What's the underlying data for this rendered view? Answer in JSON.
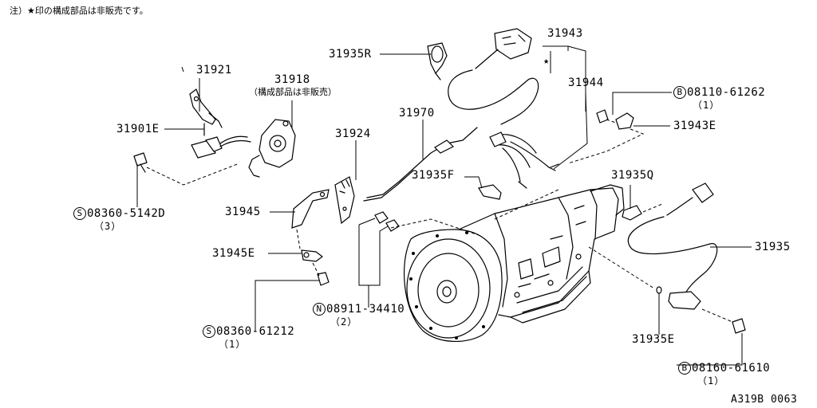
{
  "note": "注）★印の構成部品は非販売です。",
  "star": "★",
  "figure_code": "A319B 0063",
  "callouts": {
    "p31921": "31921",
    "p31918": "31918",
    "p31918_note": "（構成部品は非販売）",
    "p31901E": "31901E",
    "s08360_5142D": "08360-5142D",
    "s08360_5142D_qty": "（3）",
    "p31945": "31945",
    "p31945E": "31945E",
    "s08360_61212": "08360-61212",
    "s08360_61212_qty": "（1）",
    "p31924": "31924",
    "p31970": "31970",
    "p31935R": "31935R",
    "p31935F": "31935F",
    "n08911_34410": "08911-34410",
    "n08911_34410_qty": "（2）",
    "p31943": "31943",
    "p31944": "31944",
    "b08110_61262": "08110-61262",
    "b08110_61262_qty": "（1）",
    "p31943E": "31943E",
    "p31935Q": "31935Q",
    "p31935": "31935",
    "p31935E": "31935E",
    "b08160_61610": "08160-61610",
    "b08160_61610_qty": "（1）"
  },
  "prefix_marks": {
    "s": "S",
    "n": "N",
    "b": "B"
  }
}
